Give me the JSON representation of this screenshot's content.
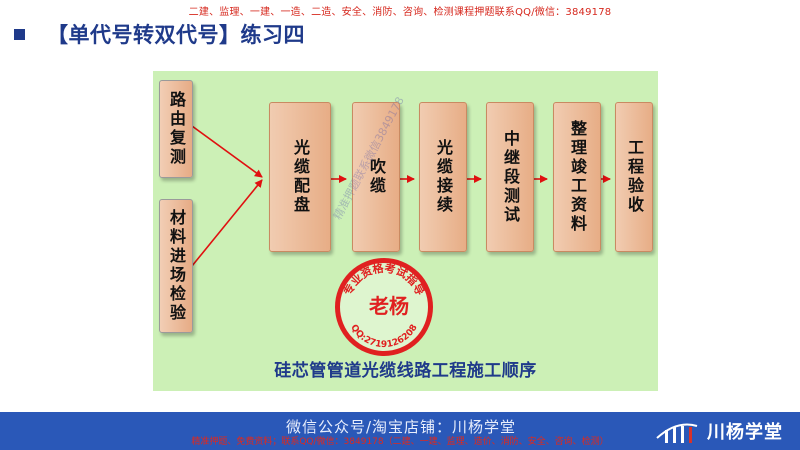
{
  "header": {
    "top_note": "二建、监理、一建、一造、二造、安全、消防、咨询、检测课程押题联系QQ/微信：3849178",
    "title": "【单代号转双代号】练习四"
  },
  "flow": {
    "left_boxes": [
      {
        "label": "路由复测"
      },
      {
        "label": "材料进场检验"
      }
    ],
    "chain_boxes": [
      {
        "label": "光缆配盘"
      },
      {
        "label": "吹缆"
      },
      {
        "label": "光缆接续"
      },
      {
        "label": "中继段测试"
      },
      {
        "label": "整理竣工资料"
      },
      {
        "label": "工程验收"
      }
    ],
    "caption": "硅芯管管道光缆线路工程施工顺序",
    "arrow_color": "#e01010"
  },
  "seal": {
    "center_text": "老杨",
    "ring_text": "专业资格考试指导",
    "qq_text": "QQ:2719126208",
    "color": "#e02020"
  },
  "watermarks": {
    "diagonal_text": "精准押题联系微信3849178"
  },
  "footer": {
    "wechat_line": "微信公众号/淘宝店铺：川杨学堂",
    "bottom_note": "精准押题、免费资料；联系QQ/微信：3849178（二建、一建、监理、造价、消防、安全、咨询、检测）",
    "brand_name": "川杨学堂",
    "bar_color": "#2a58b8"
  }
}
